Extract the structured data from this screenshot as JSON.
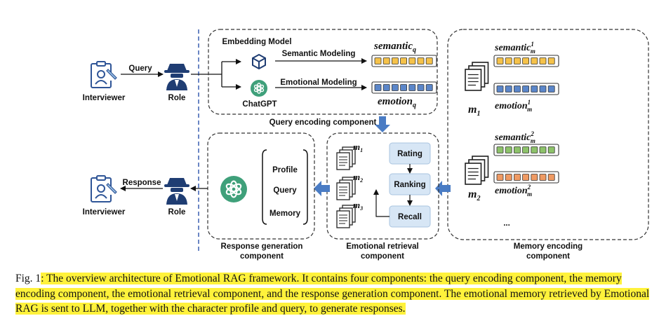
{
  "figure": {
    "labels": {
      "interviewer_top": "Interviewer",
      "interviewer_bottom": "Interviewer",
      "query_arrow": "Query",
      "response_arrow": "Response",
      "role_top": "Role",
      "role_bottom": "Role",
      "embedding_model": "Embedding Model",
      "chatgpt": "ChatGPT",
      "semantic_modeling": "Semantic Modeling",
      "emotional_modeling": "Emotional Modeling",
      "query_encoding_component": "Query encoding component",
      "rating": "Rating",
      "ranking": "Ranking",
      "recall": "Recall",
      "profile": "Profile",
      "query": "Query",
      "memory": "Memory",
      "response_generation_line1": "Response generation",
      "response_generation_line2": "component",
      "emotional_retrieval_line1": "Emotional retrieval",
      "emotional_retrieval_line2": "component",
      "memory_encoding_line1": "Memory encoding",
      "memory_encoding_line2": "component",
      "ellipsis": "..."
    },
    "math": {
      "semantic_q_base": "semantic",
      "semantic_q_sub": "q",
      "emotion_q_base": "emotion",
      "emotion_q_sub": "q",
      "semantic_m_base": "semantic",
      "emotion_m_base": "emotion",
      "m_sub": "m",
      "sup1": "1",
      "sup2": "2",
      "m_base": "m",
      "doc_m1_sub": "1",
      "doc_m2_sub": "2",
      "doc_m3_sub": "3"
    },
    "colors": {
      "semantic_q": "#f5c24a",
      "emotion_q": "#5b86c9",
      "semantic_m1": "#f5c24a",
      "emotion_m1": "#5b86c9",
      "semantic_m2": "#8dc26a",
      "emotion_m2": "#ef9a63",
      "arrow_blue": "#4a7cc4",
      "process_box": "#d7e6f5",
      "chatgpt_green": "#3fa07a",
      "icon_navy": "#1f3d73"
    }
  },
  "caption": {
    "prefix": "Fig. 1",
    "text": ": The overview architecture of Emotional RAG framework. It contains four components: the query encoding component, the memory encoding component, the emotional retrieval component, and the response generation component. The emotional memory retrieved by Emotional RAG is sent to LLM, together with the character profile and query, to generate responses."
  }
}
